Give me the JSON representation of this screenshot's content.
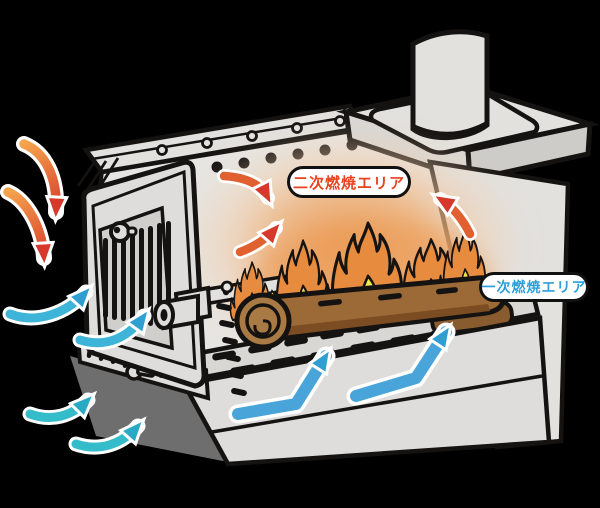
{
  "diagram": {
    "subject": "wood stove combustion cutaway",
    "background_color": "#000000",
    "areas": [
      {
        "id": "secondary",
        "label": "二次燃焼エリア",
        "text_color": "#e8431f",
        "pill_bg": "#ffffff",
        "pill_border": "#111111"
      },
      {
        "id": "primary",
        "label": "一次燃焼エリア",
        "text_color": "#2f9fdb",
        "pill_bg": "#ffffff",
        "pill_border": "#111111"
      }
    ],
    "airflow": {
      "hot_arrow_gradient": [
        "#f5a34c",
        "#d6392b"
      ],
      "cold_arrow_color": "#3db4d8",
      "cold_elbow_arrow_color": "#49a5d9",
      "teal_arrow_color": "#35bccb",
      "arrow_outline": "#ffffff"
    },
    "stove_colors": {
      "steel": "#e2e1de",
      "steel_shadow": "#cfcecb",
      "base_shadow": "#6e6e6e",
      "outline": "#151311",
      "flame_outer": "#e78b3e",
      "flame_inner": "#f1e94d",
      "glow": "#efa055",
      "log_body": "#9c6a36",
      "log_end": "#a97a43",
      "log_dark": "#7c4c22"
    }
  }
}
